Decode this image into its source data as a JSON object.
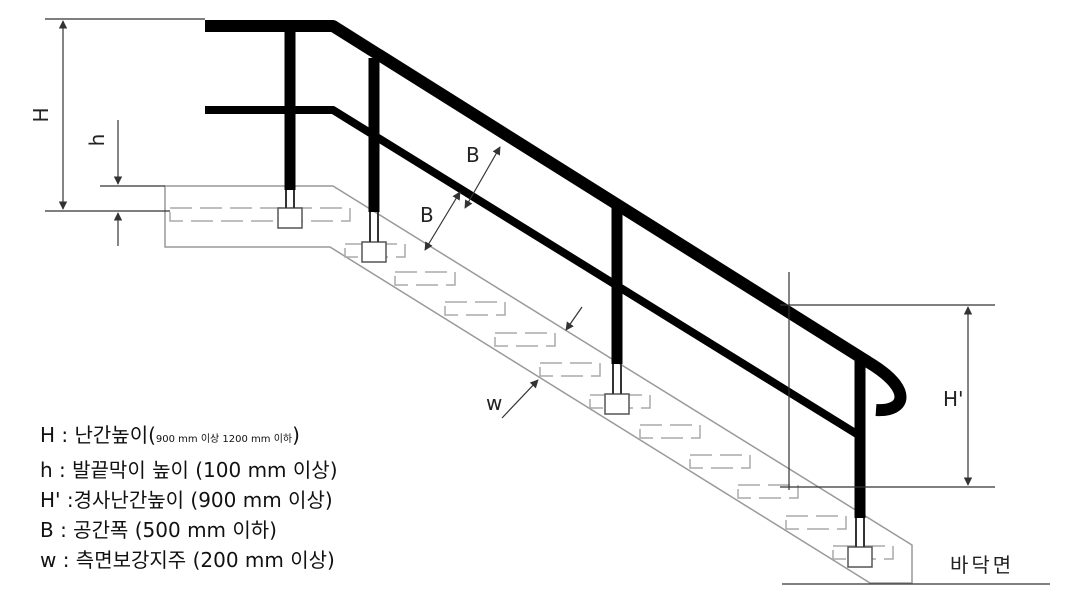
{
  "labels": {
    "H": "H",
    "h": "h",
    "B_upper": "B",
    "B_lower": "B",
    "w": "w",
    "H_prime": "H'",
    "floor": "바닥면"
  },
  "legend": {
    "H_key": "H : 난간높이(",
    "H_small": "900 mm 이상 1200 mm 이하",
    "H_end": ")",
    "h_item": "h : 발끝막이 높이 (100 mm 이상)",
    "Hp_item": "H' :경사난간높이 (900 mm 이상)",
    "B_item": "B : 공간폭 (500 mm 이하)",
    "w_item": "w : 측면보강지주 (200 mm 이상)"
  },
  "colors": {
    "rail": "#000000",
    "line": "#333333",
    "stringer": "#999999",
    "dash": "#aaaaaa"
  }
}
